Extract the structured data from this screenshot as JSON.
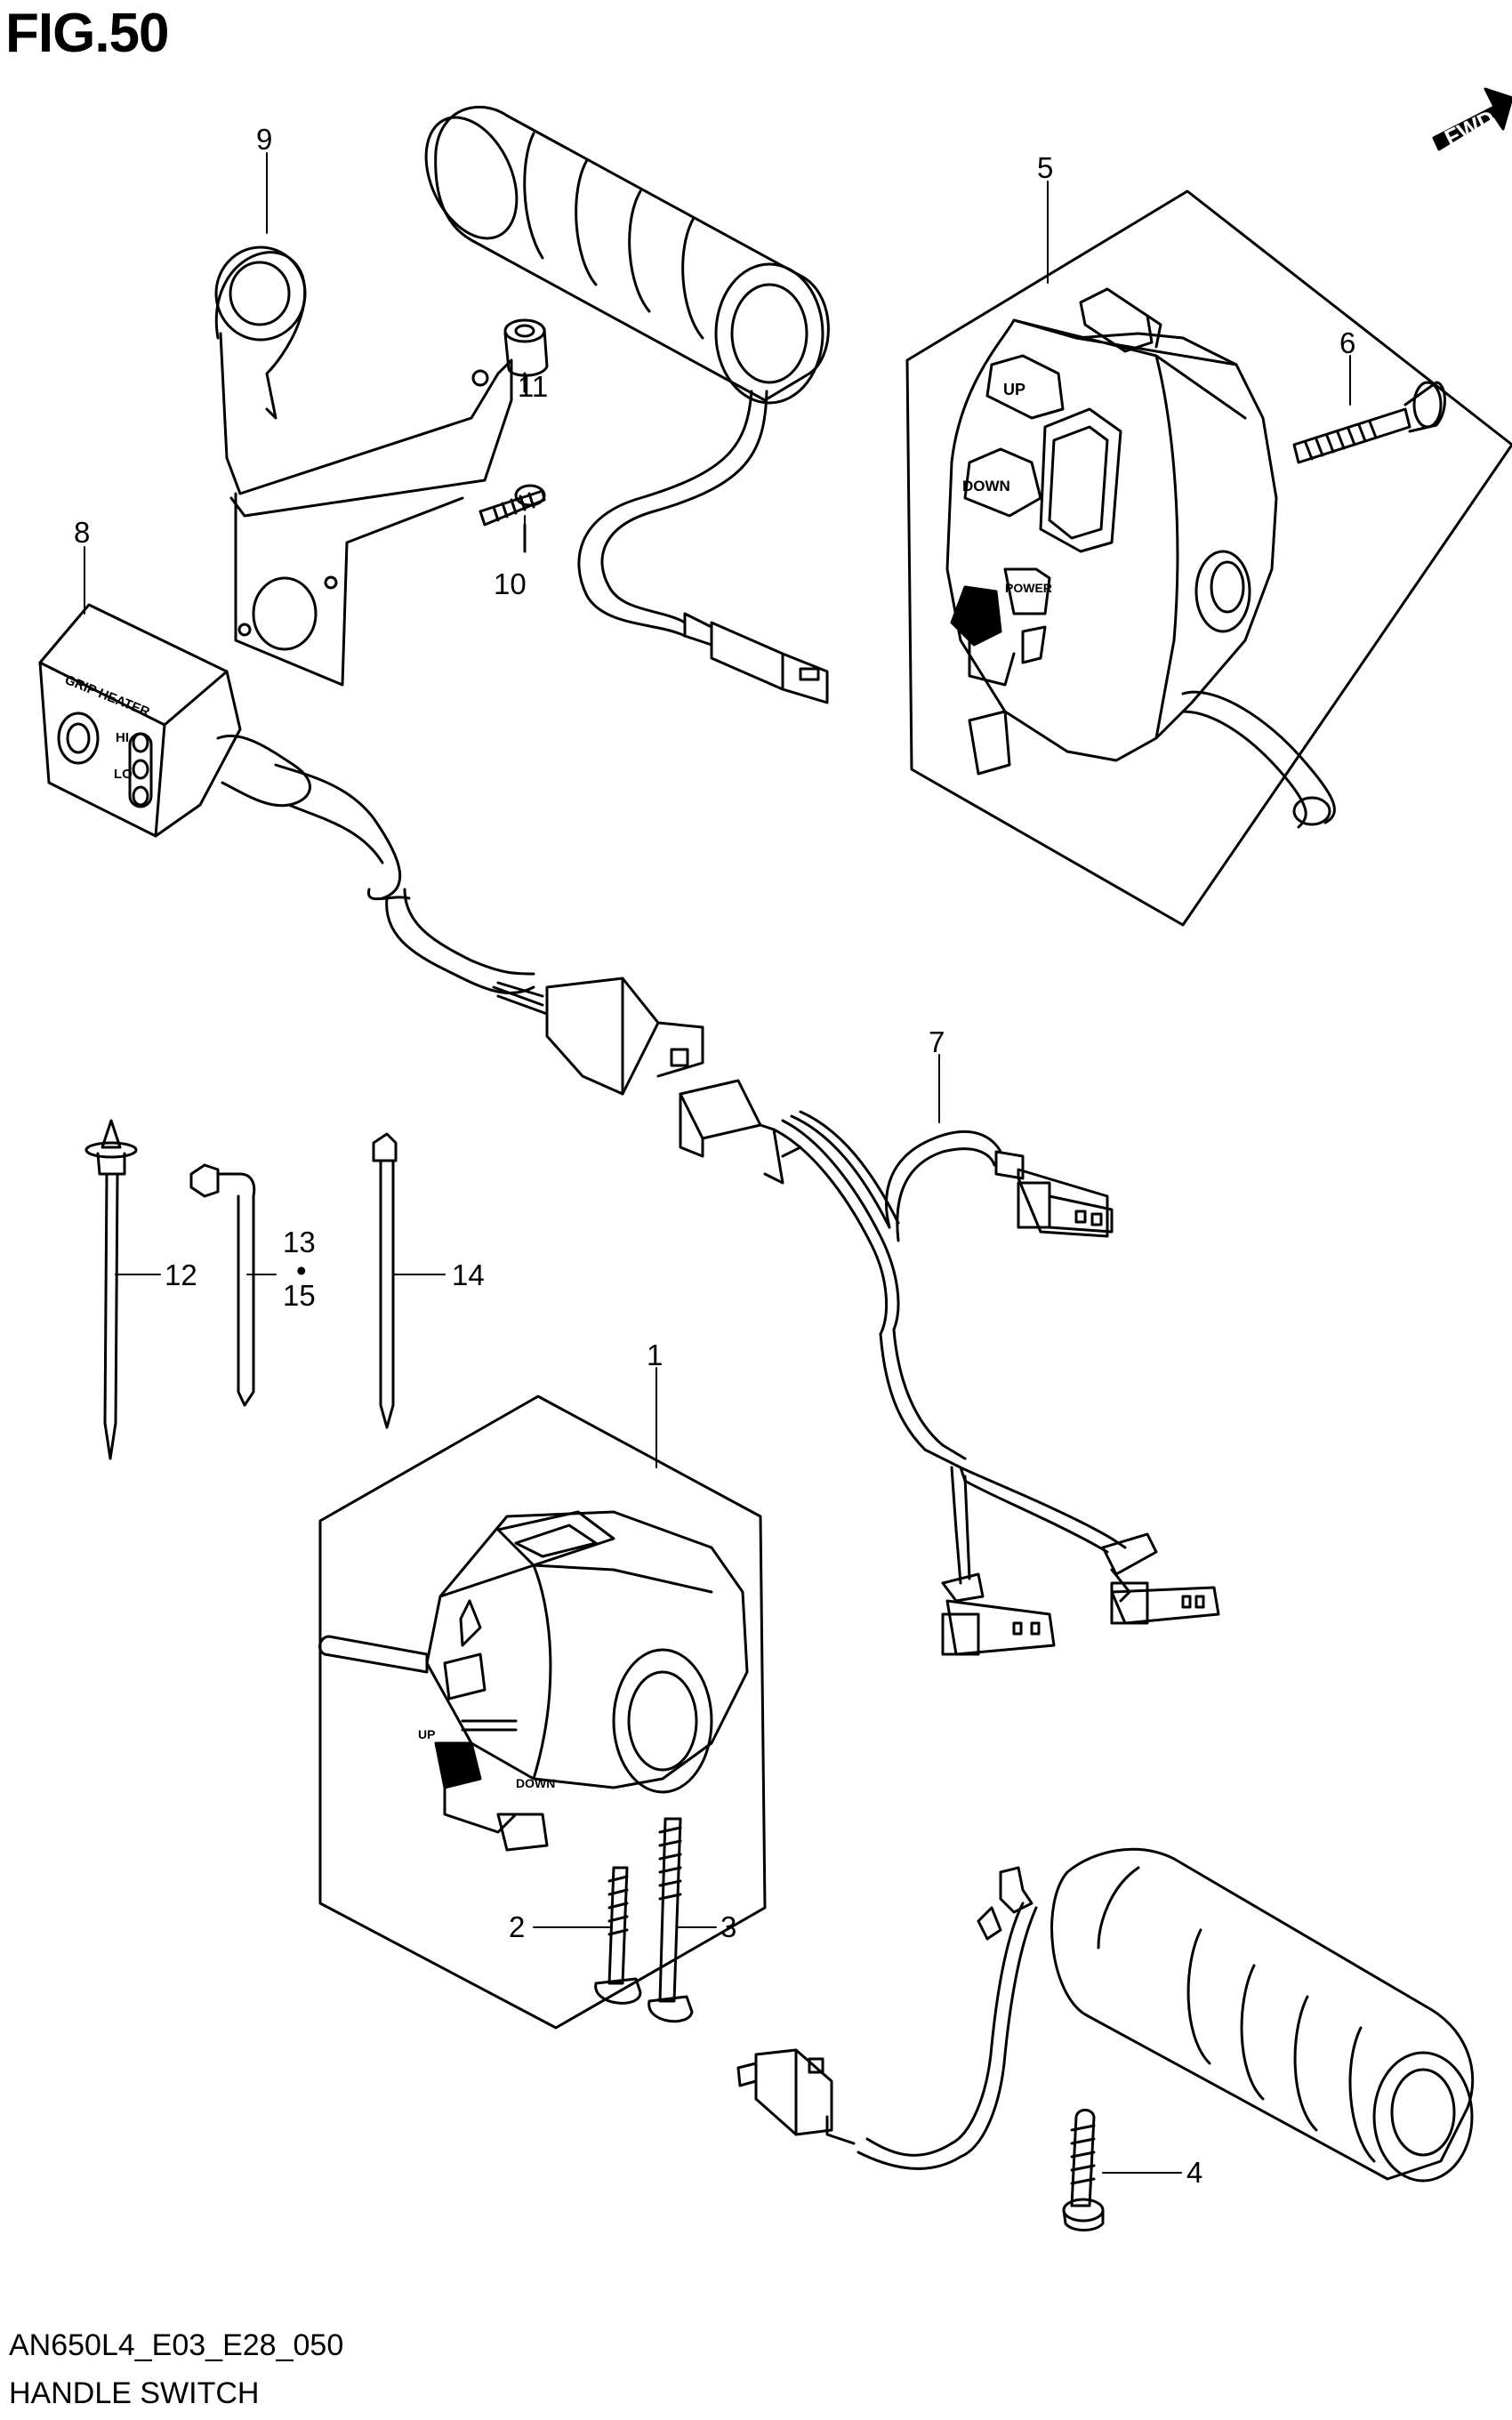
{
  "figure": {
    "title": "FIG.50",
    "code": "AN650L4_E03_E28_050",
    "caption": "HANDLE SWITCH"
  },
  "badge": {
    "fwd_label": "FWD"
  },
  "callouts": {
    "c1": "1",
    "c2": "2",
    "c3": "3",
    "c4": "4",
    "c5": "5",
    "c6": "6",
    "c7": "7",
    "c8": "8",
    "c9": "9",
    "c10": "10",
    "c11": "11",
    "c12": "12",
    "c13": "13",
    "c14": "14",
    "c15": "15",
    "dot": "•"
  },
  "heater_switch": {
    "title": "GRIP HEATER",
    "hi": "HI",
    "lo": "LO"
  },
  "right_switch": {
    "up": "UP",
    "down": "DOWN",
    "power": "POWER"
  },
  "left_switch": {
    "up": "UP",
    "down": "DOWN"
  },
  "colors": {
    "line": "#000000",
    "background": "#ffffff"
  }
}
